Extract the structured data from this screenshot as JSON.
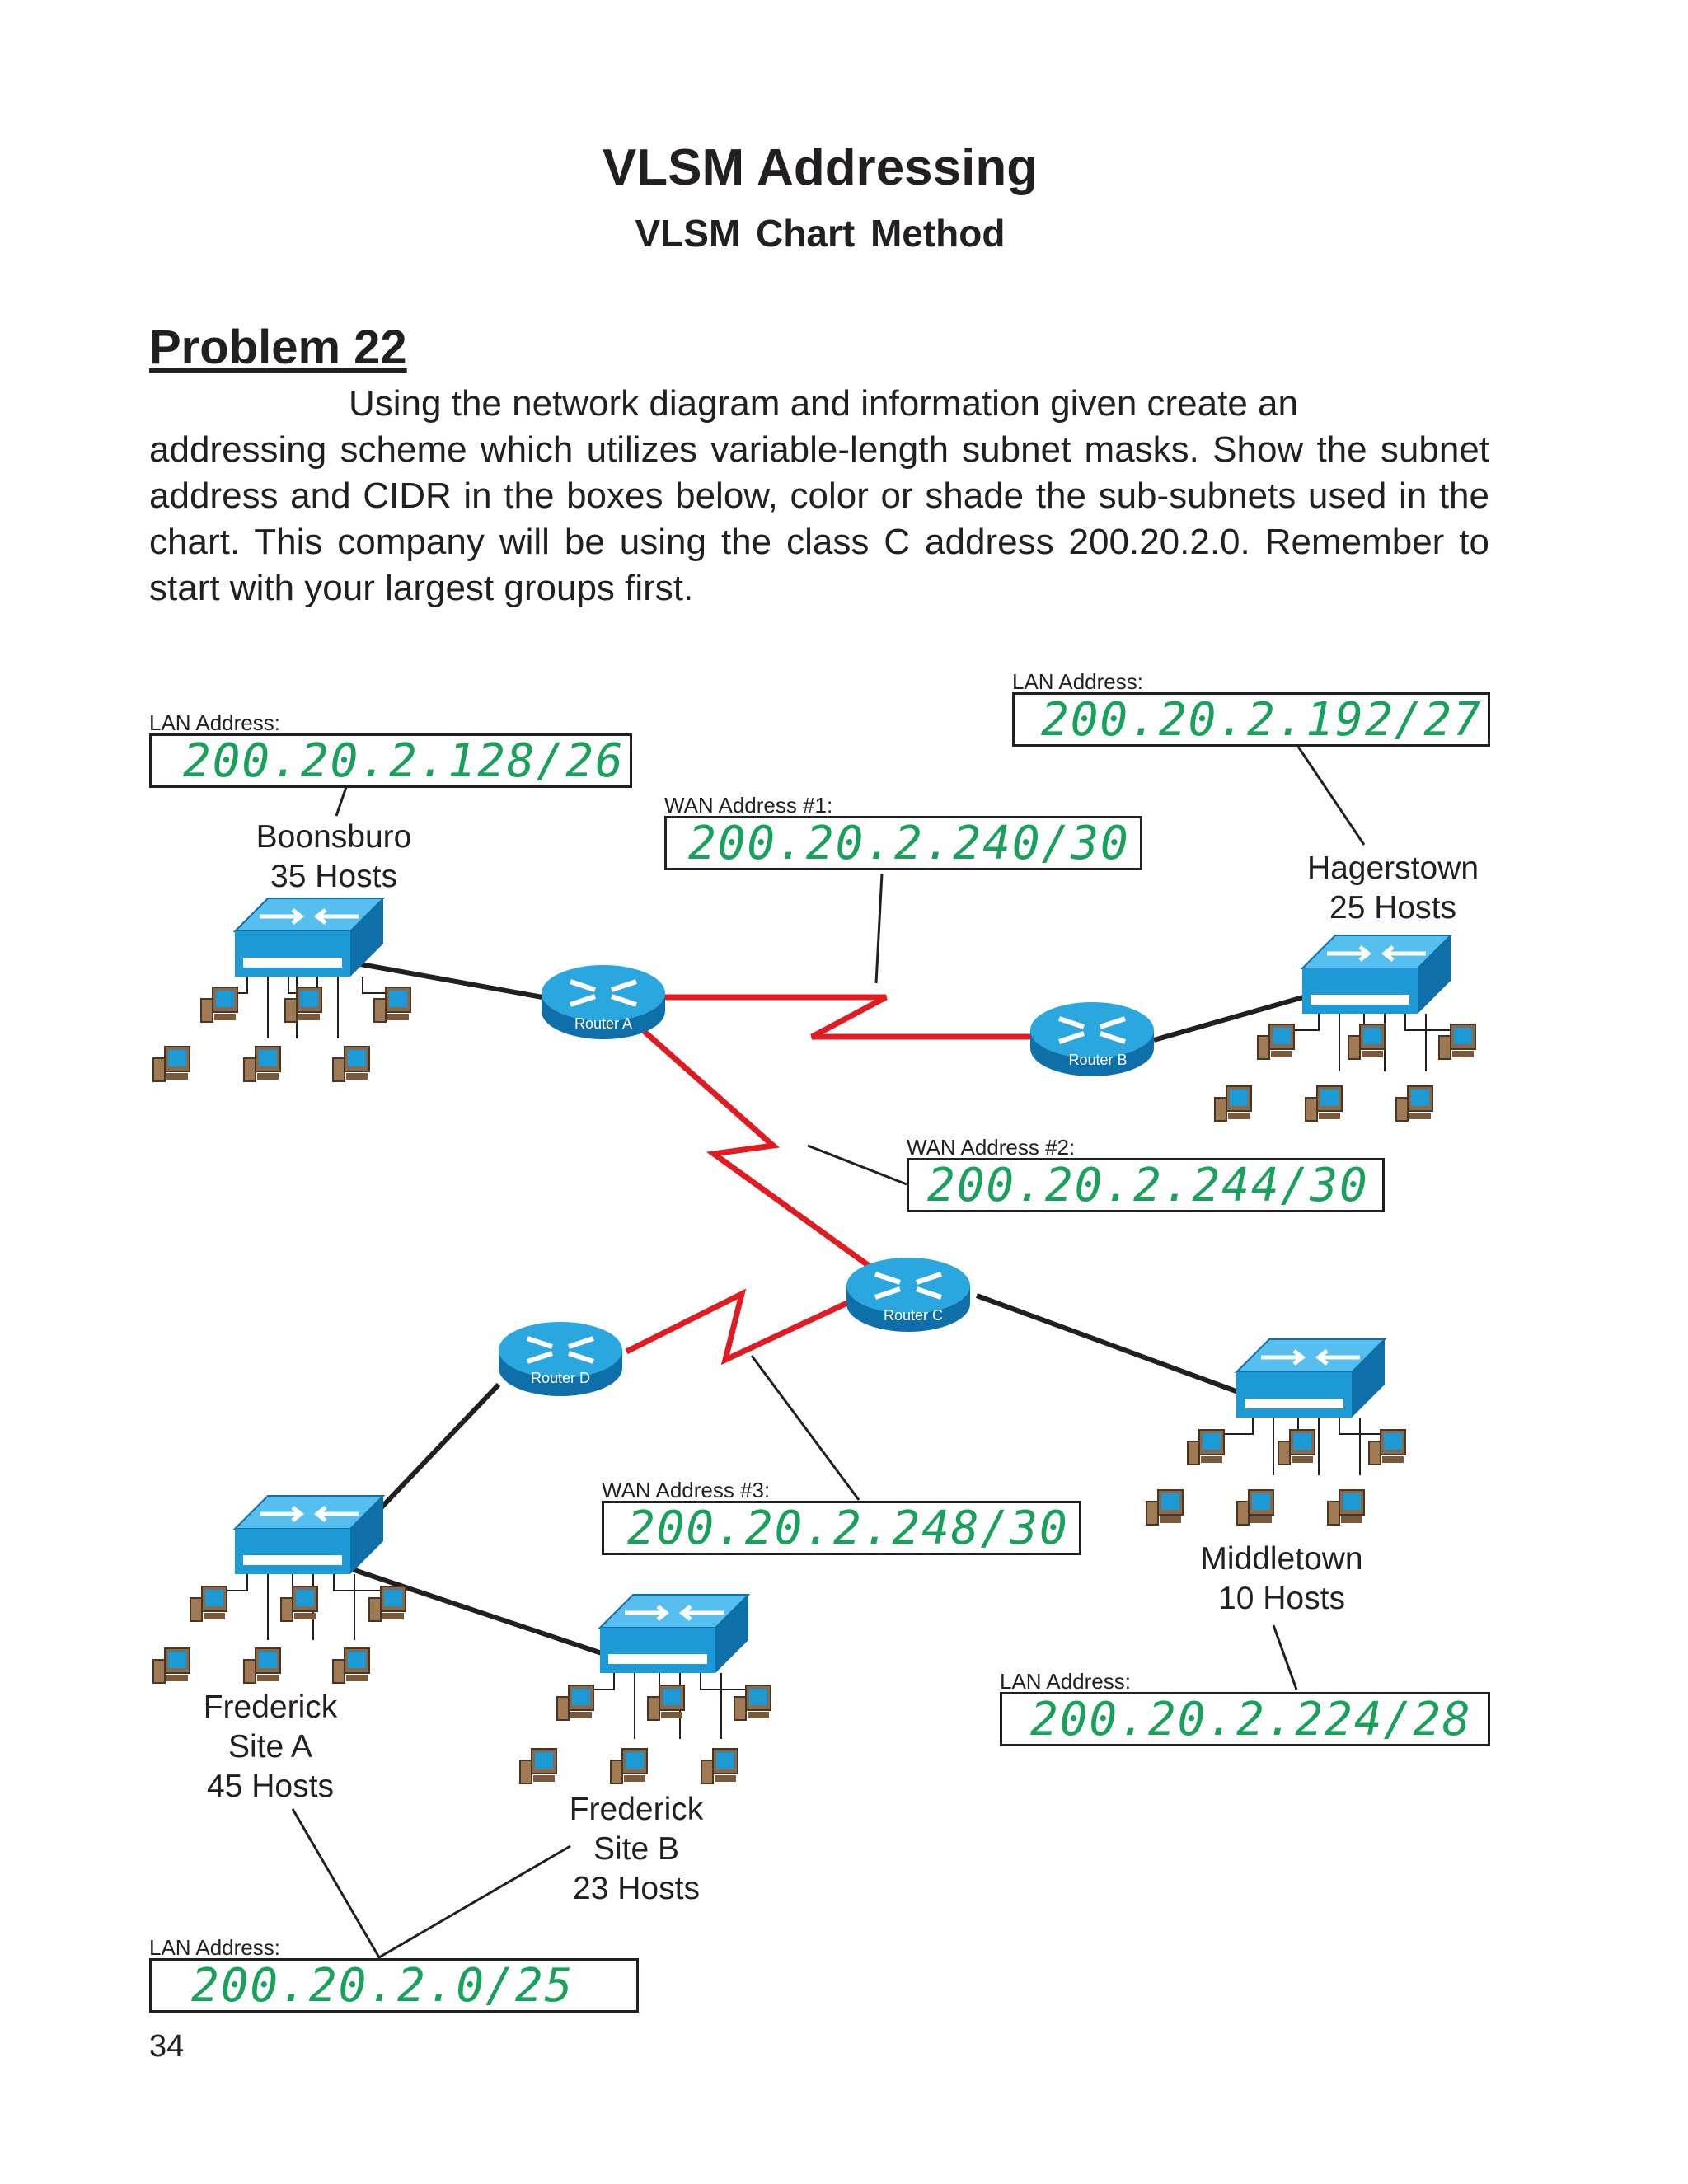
{
  "header": {
    "title": "VLSM Addressing",
    "subtitle": "VLSM Chart Method"
  },
  "problem": {
    "heading": "Problem 22",
    "line1": "Using the network diagram and information given create an",
    "rest": "addressing scheme which utilizes variable-length subnet masks.  Show the subnet address and CIDR in the boxes below, color or shade the sub-subnets used in the chart.  This company will be using the class C address 200.20.2.0. Remember to start with your largest groups first."
  },
  "diagram": {
    "lan_label": "LAN Address:",
    "wan1_label": "WAN Address #1:",
    "wan2_label": "WAN Address #2:",
    "wan3_label": "WAN Address #3:",
    "boonsburo": {
      "name": "Boonsburo",
      "hosts": "35 Hosts",
      "address": "200.20.2.128/26"
    },
    "hagerstown": {
      "name": "Hagerstown",
      "hosts": "25 Hosts",
      "address": "200.20.2.192/27"
    },
    "middletown": {
      "name": "Middletown",
      "hosts": "10 Hosts",
      "address": "200.20.2.224/28"
    },
    "frederick_a": {
      "name": "Frederick",
      "site": "Site A",
      "hosts": "45 Hosts"
    },
    "frederick_b": {
      "name": "Frederick",
      "site": "Site B",
      "hosts": "23 Hosts"
    },
    "frederick_address": "200.20.2.0/25",
    "wan1_address": "200.20.2.240/30",
    "wan2_address": "200.20.2.244/30",
    "wan3_address": "200.20.2.248/30",
    "routers": {
      "a": "Router A",
      "b": "Router B",
      "c": "Router C",
      "d": "Router D"
    },
    "colors": {
      "wan_link": "#e11b22",
      "device": "#1c9ad6",
      "handwriting": "#17a15a"
    }
  },
  "footer": {
    "page_number": "34"
  }
}
